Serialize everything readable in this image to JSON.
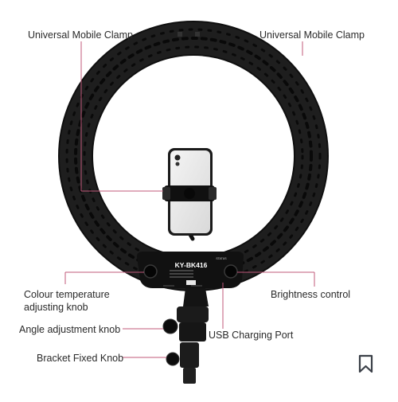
{
  "labels": {
    "clamp_left": "Universal Mobile Clamp",
    "clamp_right": "Universal Mobile Clamp",
    "colour_line1": "Colour temperature",
    "colour_line2": "adjusting knob",
    "brightness": "Brightness control",
    "angle": "Angle adjustment knob",
    "usb": "USB Charging Port",
    "bracket": "Bracket Fixed Knob"
  },
  "device": {
    "model": "KY-BK416",
    "status_text": "STATUS"
  },
  "colors": {
    "leader_line": "#c0587a",
    "ring": "#151515",
    "text": "#2a2a2a"
  },
  "icons": {
    "bookmark": "bookmark-icon"
  }
}
